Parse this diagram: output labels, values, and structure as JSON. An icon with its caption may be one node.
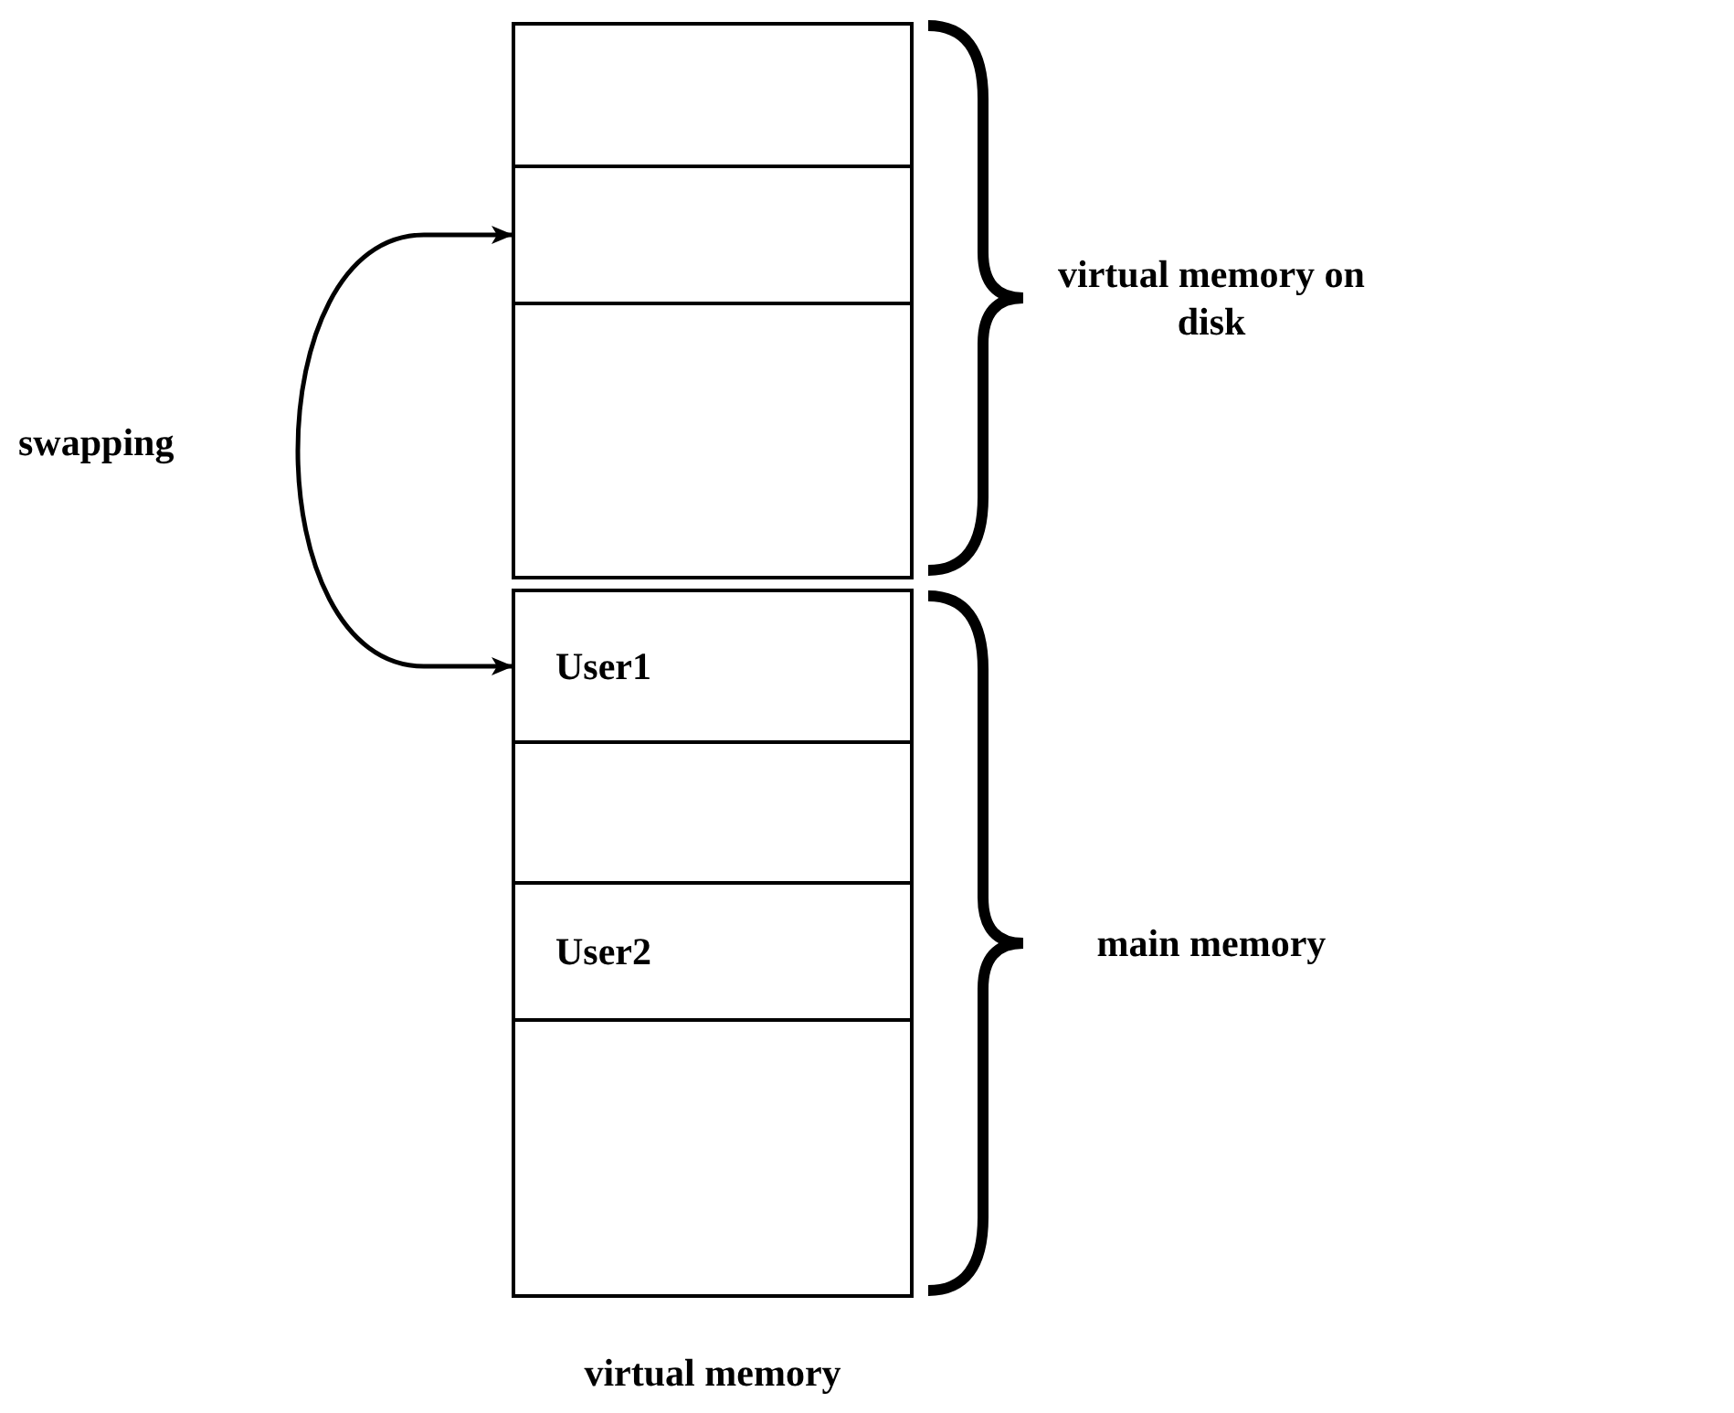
{
  "diagram": {
    "caption": "virtual memory",
    "nodes": [
      {
        "text": [],
        "shape": "box"
      },
      {
        "text": [],
        "shape": "box"
      },
      {
        "text": [],
        "shape": "box"
      },
      {
        "text": [
          "User1"
        ]
      },
      {
        "text": [],
        "shape": "box"
      },
      {
        "text": [
          "User2"
        ]
      },
      {
        "text": [],
        "shape": "box"
      }
    ],
    "edges": [
      {
        "from": 1,
        "to": 3,
        "arrow": "both",
        "label": "swapping"
      }
    ],
    "labels": [
      "virtual memory on disk",
      "main memory"
    ]
  }
}
